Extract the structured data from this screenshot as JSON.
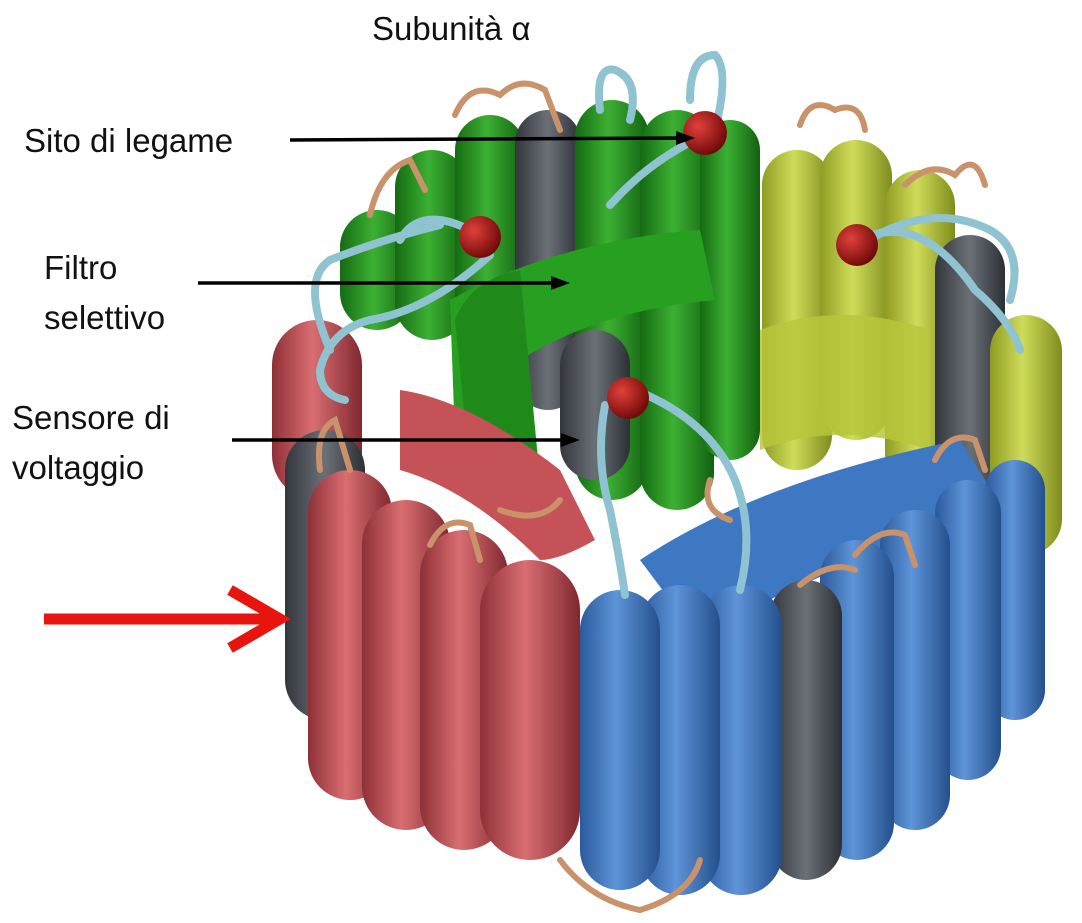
{
  "title": "Subunità  α",
  "labels": {
    "binding_site": "Sito di legame",
    "filter_line1": "Filtro",
    "filter_line2": "selettivo",
    "voltage_line1": "Sensore di",
    "voltage_line2": "voltaggio"
  },
  "subunit_colors": {
    "green": "#2a9a24",
    "yellow_green": "#b7c73c",
    "blue": "#3f78c2",
    "red": "#c45257",
    "gray": "#555a60",
    "loop_light_blue": "#8fc3d2",
    "loop_tan": "#c9926a",
    "site_dark_red": "#9a1010",
    "pointer_arrow": "#e8140e"
  }
}
